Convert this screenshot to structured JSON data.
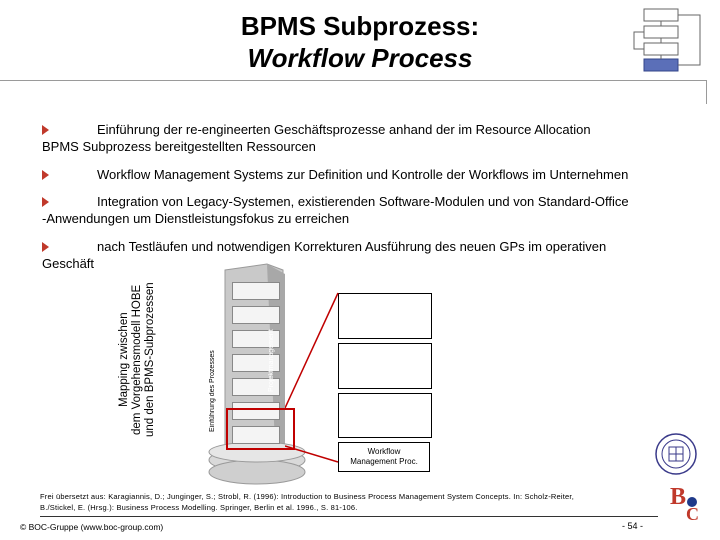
{
  "header": {
    "title_line1": "BPMS Subprozess:",
    "title_line2": "Workflow Process"
  },
  "bullets": [
    {
      "text": "Einführung der re-engineerten Geschäftsprozesse anhand der im Resource Allocation",
      "cont": "BPMS Subprozess bereitgestellten Ressourcen"
    },
    {
      "text": "Workflow Management Systems zur Definition und Kontrolle der Workflows im Unternehmen",
      "cont": ""
    },
    {
      "text": "Integration von Legacy-Systemen, existierenden Software-Modulen und von Standard-Office",
      "cont": "-Anwendungen um Dienstleistungsfokus zu erreichen"
    },
    {
      "text": "nach Testläufen und notwendigen Korrekturen Ausführung des neuen GPs im operativen",
      "cont": "Geschäft"
    }
  ],
  "diagram": {
    "mapping_label_line1": "Mapping zwischen",
    "mapping_label_line2": "dem Vorgehensmodell HOBE",
    "mapping_label_line3": "und den BPMS-Subprozessen",
    "side_label_einfuehrung": "Einführung des Prozesses",
    "side_label_projekt": "Projektmanagement",
    "workflow_box_line1": "Workflow",
    "workflow_box_line2": "Management Proc."
  },
  "footnote": {
    "line1": "Frei übersetzt aus: Karagiannis, D.; Junginger, S.; Strobl, R. (1996): Introduction to Business Process Management System Concepts. In: Scholz-Reiter,",
    "line2": "B./Stickel, E. (Hrsg.): Business Process Modelling. Springer, Berlin et al. 1996., S. 81-106."
  },
  "footer": {
    "copyright": "© BOC-Gruppe (www.boc-group.com)",
    "page": "- 54 -"
  },
  "colors": {
    "bullet_arrow": "#c0392b",
    "highlight_box": "#c00000",
    "thumb_highlight": "#5b6fb8"
  },
  "icons": {
    "bullet": "red-triangle-bullet-icon",
    "seal": "university-seal-icon",
    "logo": "boc-logo-icon"
  }
}
